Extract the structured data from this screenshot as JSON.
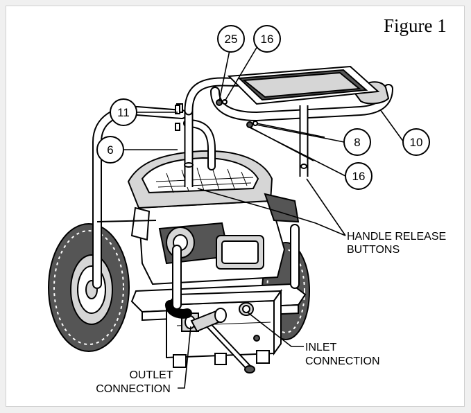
{
  "figure_title": "Figure 1",
  "callouts": {
    "c11": "11",
    "c6": "6",
    "c25": "25",
    "c16a": "16",
    "c8": "8",
    "c10": "10",
    "c16b": "16"
  },
  "labels": {
    "handle_release_line1": "HANDLE RELEASE",
    "handle_release_line2": "BUTTONS",
    "inlet_line1": "INLET",
    "inlet_line2": "CONNECTION",
    "outlet_line1": "OUTLET",
    "outlet_line2": "CONNECTION"
  }
}
